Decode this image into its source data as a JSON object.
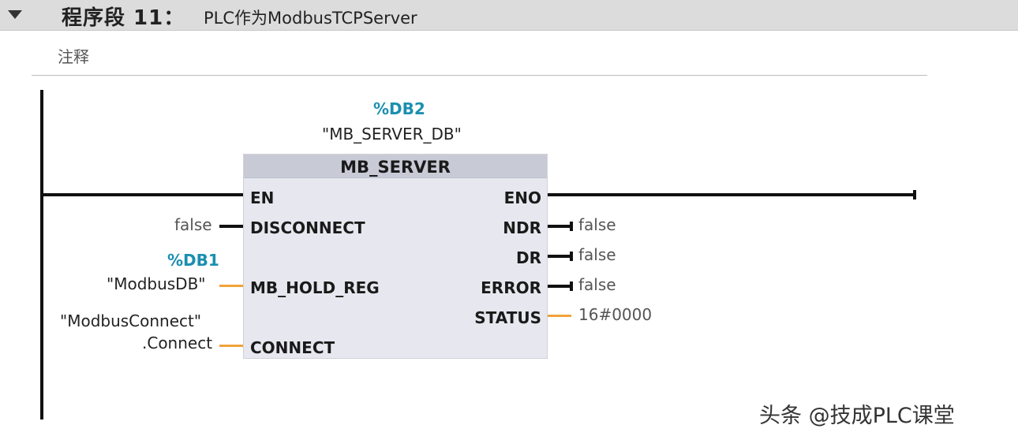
{
  "network": {
    "label": "程序段 11：",
    "title": "PLC作为ModbusTCPServer",
    "comment": "注释"
  },
  "instance": {
    "address": "%DB2",
    "name": "\"MB_SERVER_DB\""
  },
  "block": {
    "title": "MB_SERVER",
    "inputs": {
      "en": "EN",
      "disconnect": "DISCONNECT",
      "mb_hold_reg": "MB_HOLD_REG",
      "connect": "CONNECT"
    },
    "outputs": {
      "eno": "ENO",
      "ndr": "NDR",
      "dr": "DR",
      "error": "ERROR",
      "status": "STATUS"
    }
  },
  "params": {
    "disconnect_value": "false",
    "holdreg_address": "%DB1",
    "holdreg_name": "\"ModbusDB\"",
    "connect_line1": "\"ModbusConnect\"",
    "connect_line2": ".Connect",
    "ndr_value": "false",
    "dr_value": "false",
    "error_value": "false",
    "status_value": "16#0000"
  },
  "watermark": "头条 @技成PLC课堂",
  "colors": {
    "header_bg": "#dcdcdc",
    "block_bg": "#e7e8ef",
    "block_title_bg": "#c8cad6",
    "db_address": "#1a8fb0",
    "pointer_wire": "#f2a33a",
    "bool_wire": "#111111"
  }
}
